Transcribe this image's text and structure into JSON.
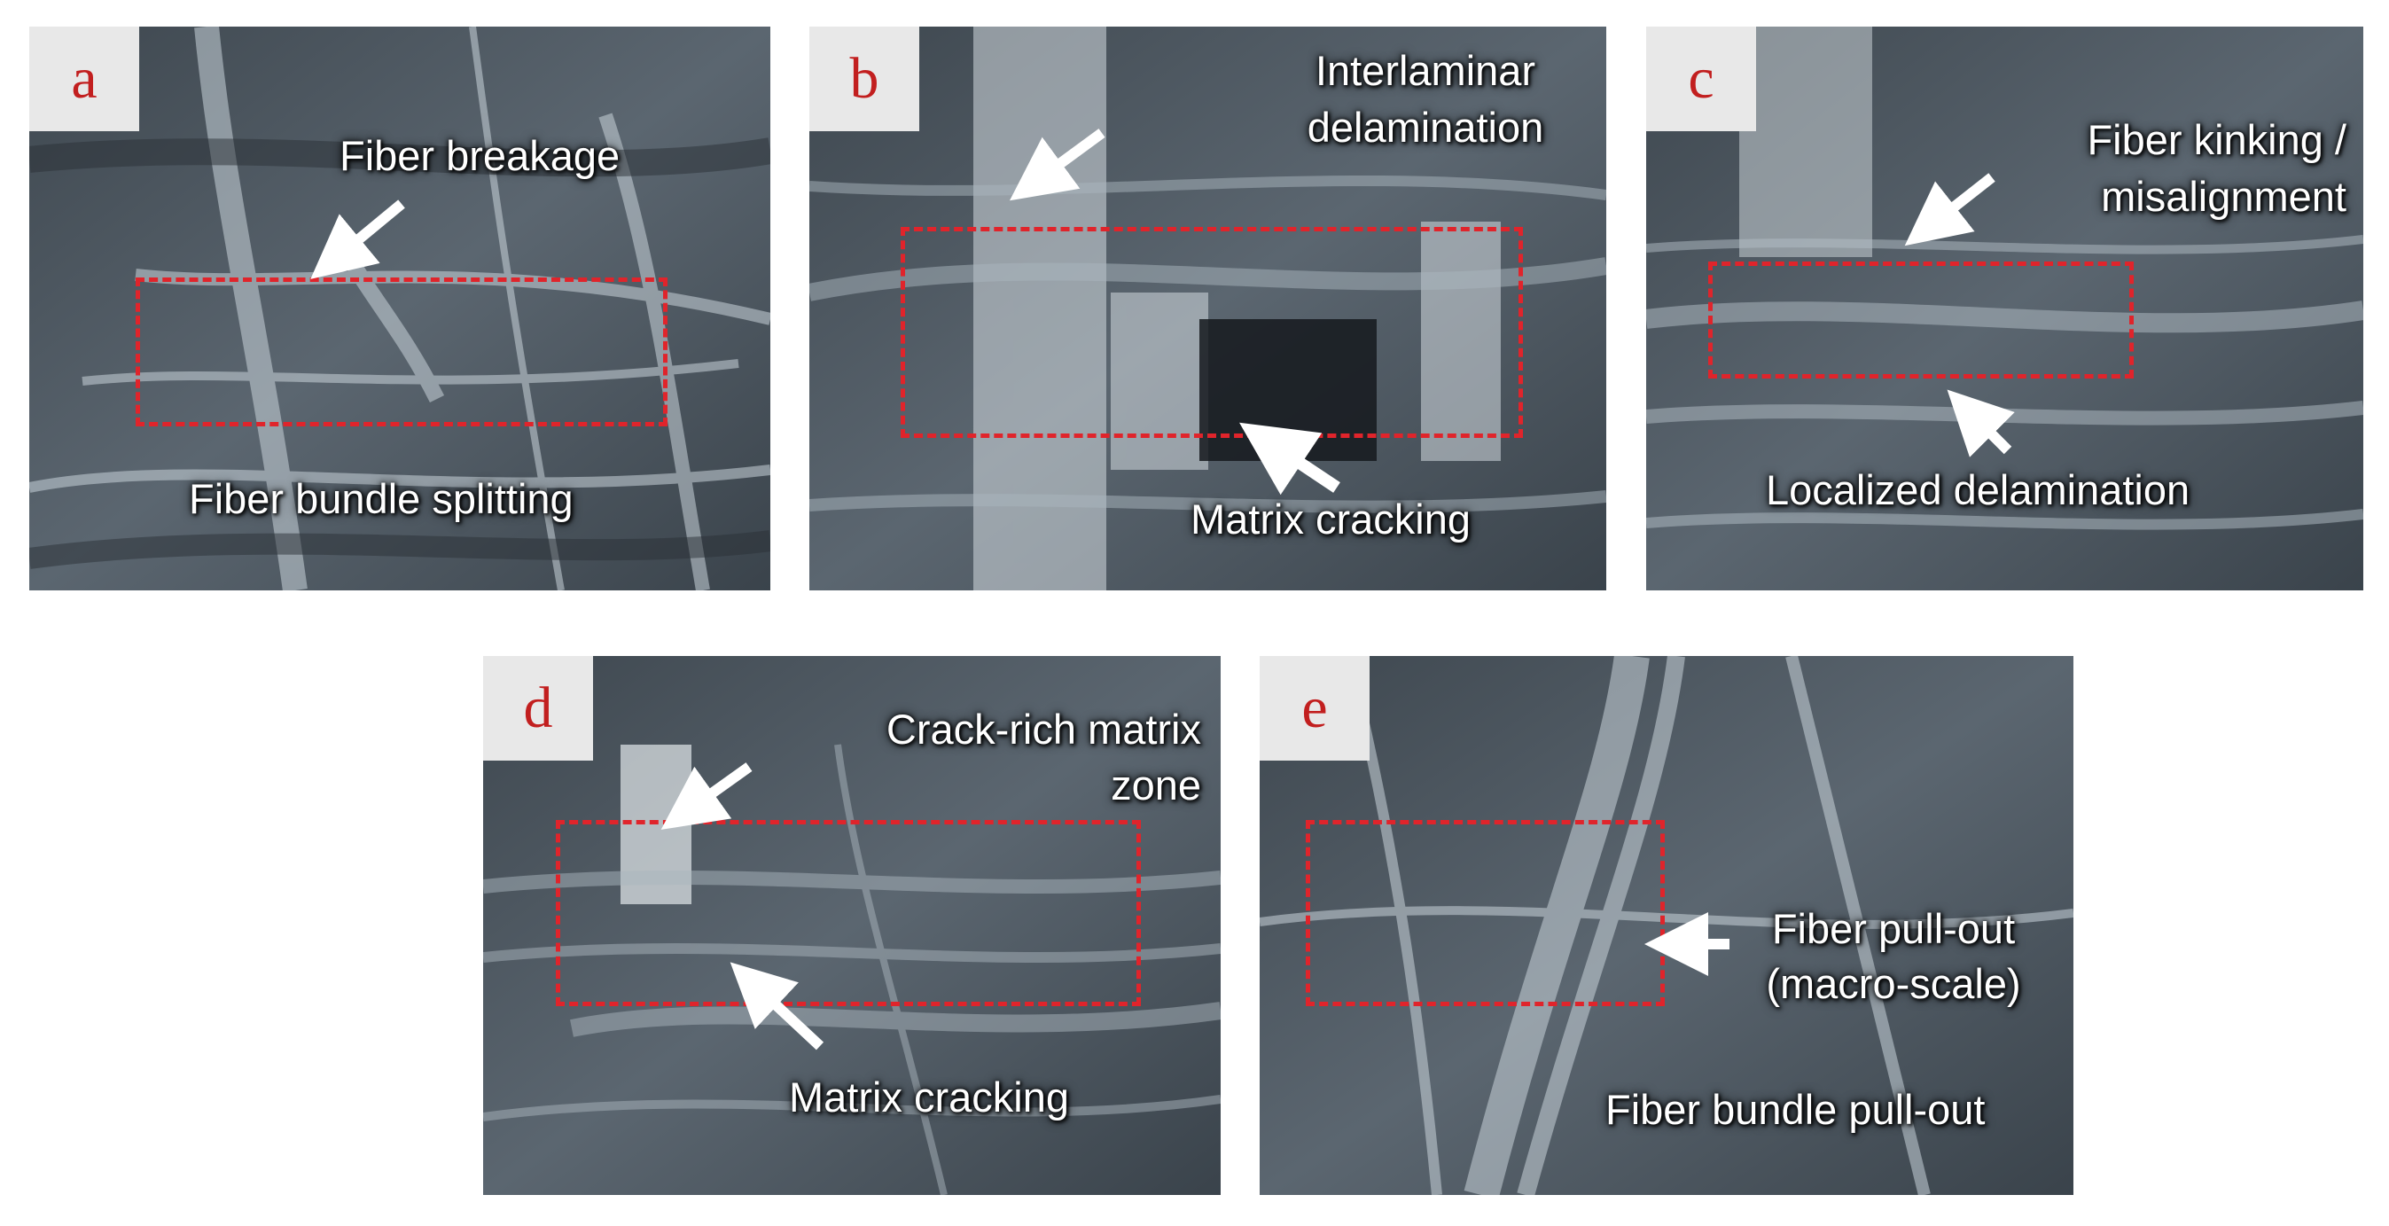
{
  "panels": [
    {
      "letter": "a",
      "labels": [
        "Fiber breakage",
        "Fiber bundle splitting"
      ]
    },
    {
      "letter": "b",
      "labels": [
        "Interlaminar",
        "delamination",
        "Matrix cracking"
      ]
    },
    {
      "letter": "c",
      "labels": [
        "Fiber kinking /",
        "misalignment",
        "Localized delamination"
      ]
    },
    {
      "letter": "d",
      "labels": [
        "Crack-rich matrix",
        "zone",
        "Matrix cracking"
      ]
    },
    {
      "letter": "e",
      "labels": [
        "Fiber pull-out",
        "(macro-scale)",
        "Fiber bundle pull-out"
      ]
    }
  ],
  "colors": {
    "roi": "#e0242b",
    "badge_text": "#c21f1f",
    "badge_bg": "#e8e8e8",
    "label": "#ffffff"
  }
}
